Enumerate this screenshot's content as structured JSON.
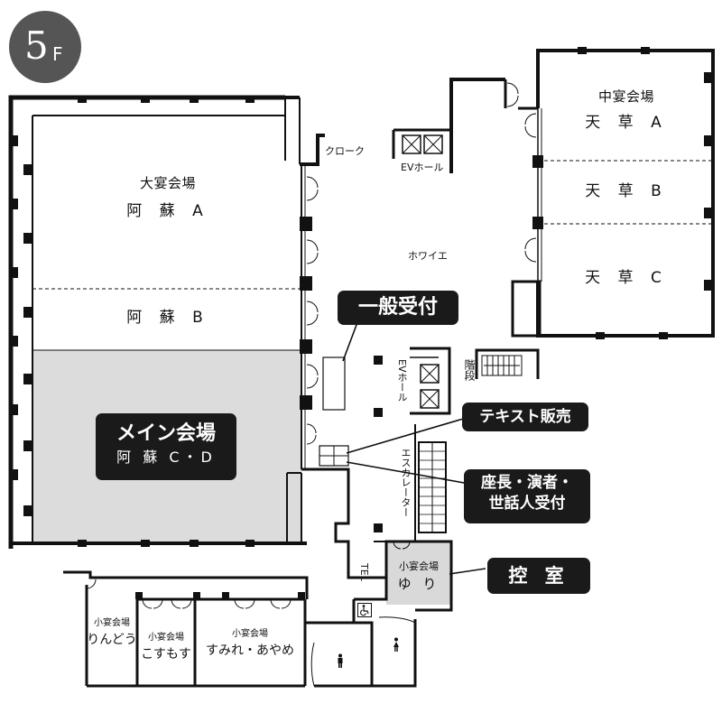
{
  "floor": {
    "number": "5",
    "suffix": "F"
  },
  "rooms": {
    "grand_hall": {
      "title": "大宴会場",
      "aso_a": "阿 蘇 A",
      "aso_b": "阿 蘇 B"
    },
    "main_venue": {
      "title": "メイン会場",
      "sub": "阿 蘇 C・D"
    },
    "medium_hall": {
      "title": "中宴会場",
      "amakusa_a": "天 草 A",
      "amakusa_b": "天 草 B",
      "amakusa_c": "天 草 C"
    },
    "cloak": "クローク",
    "ev_hall_top": "EVホール",
    "foyer": "ホワイエ",
    "ev_hall_vertical": "EVホール",
    "stairs": "階段",
    "escalator": "エスカレーター",
    "tel": "TEL",
    "yuri": {
      "title": "小宴会場",
      "name": "ゆ り"
    },
    "rindou": {
      "title": "小宴会場",
      "name": "りんどう"
    },
    "kosumosu": {
      "title": "小宴会場",
      "name": "こすもす"
    },
    "sumire": {
      "title": "小宴会場",
      "name": "すみれ・あやめ"
    }
  },
  "callouts": {
    "general_reception": "一般受付",
    "text_sales": "テキスト販売",
    "chair_reception": [
      "座長・演者・",
      "世話人受付"
    ],
    "waiting_room": "控 室"
  },
  "icons": [
    "elevator-icon",
    "accessible-toilet-icon",
    "mens-toilet-icon",
    "womens-toilet-icon"
  ]
}
